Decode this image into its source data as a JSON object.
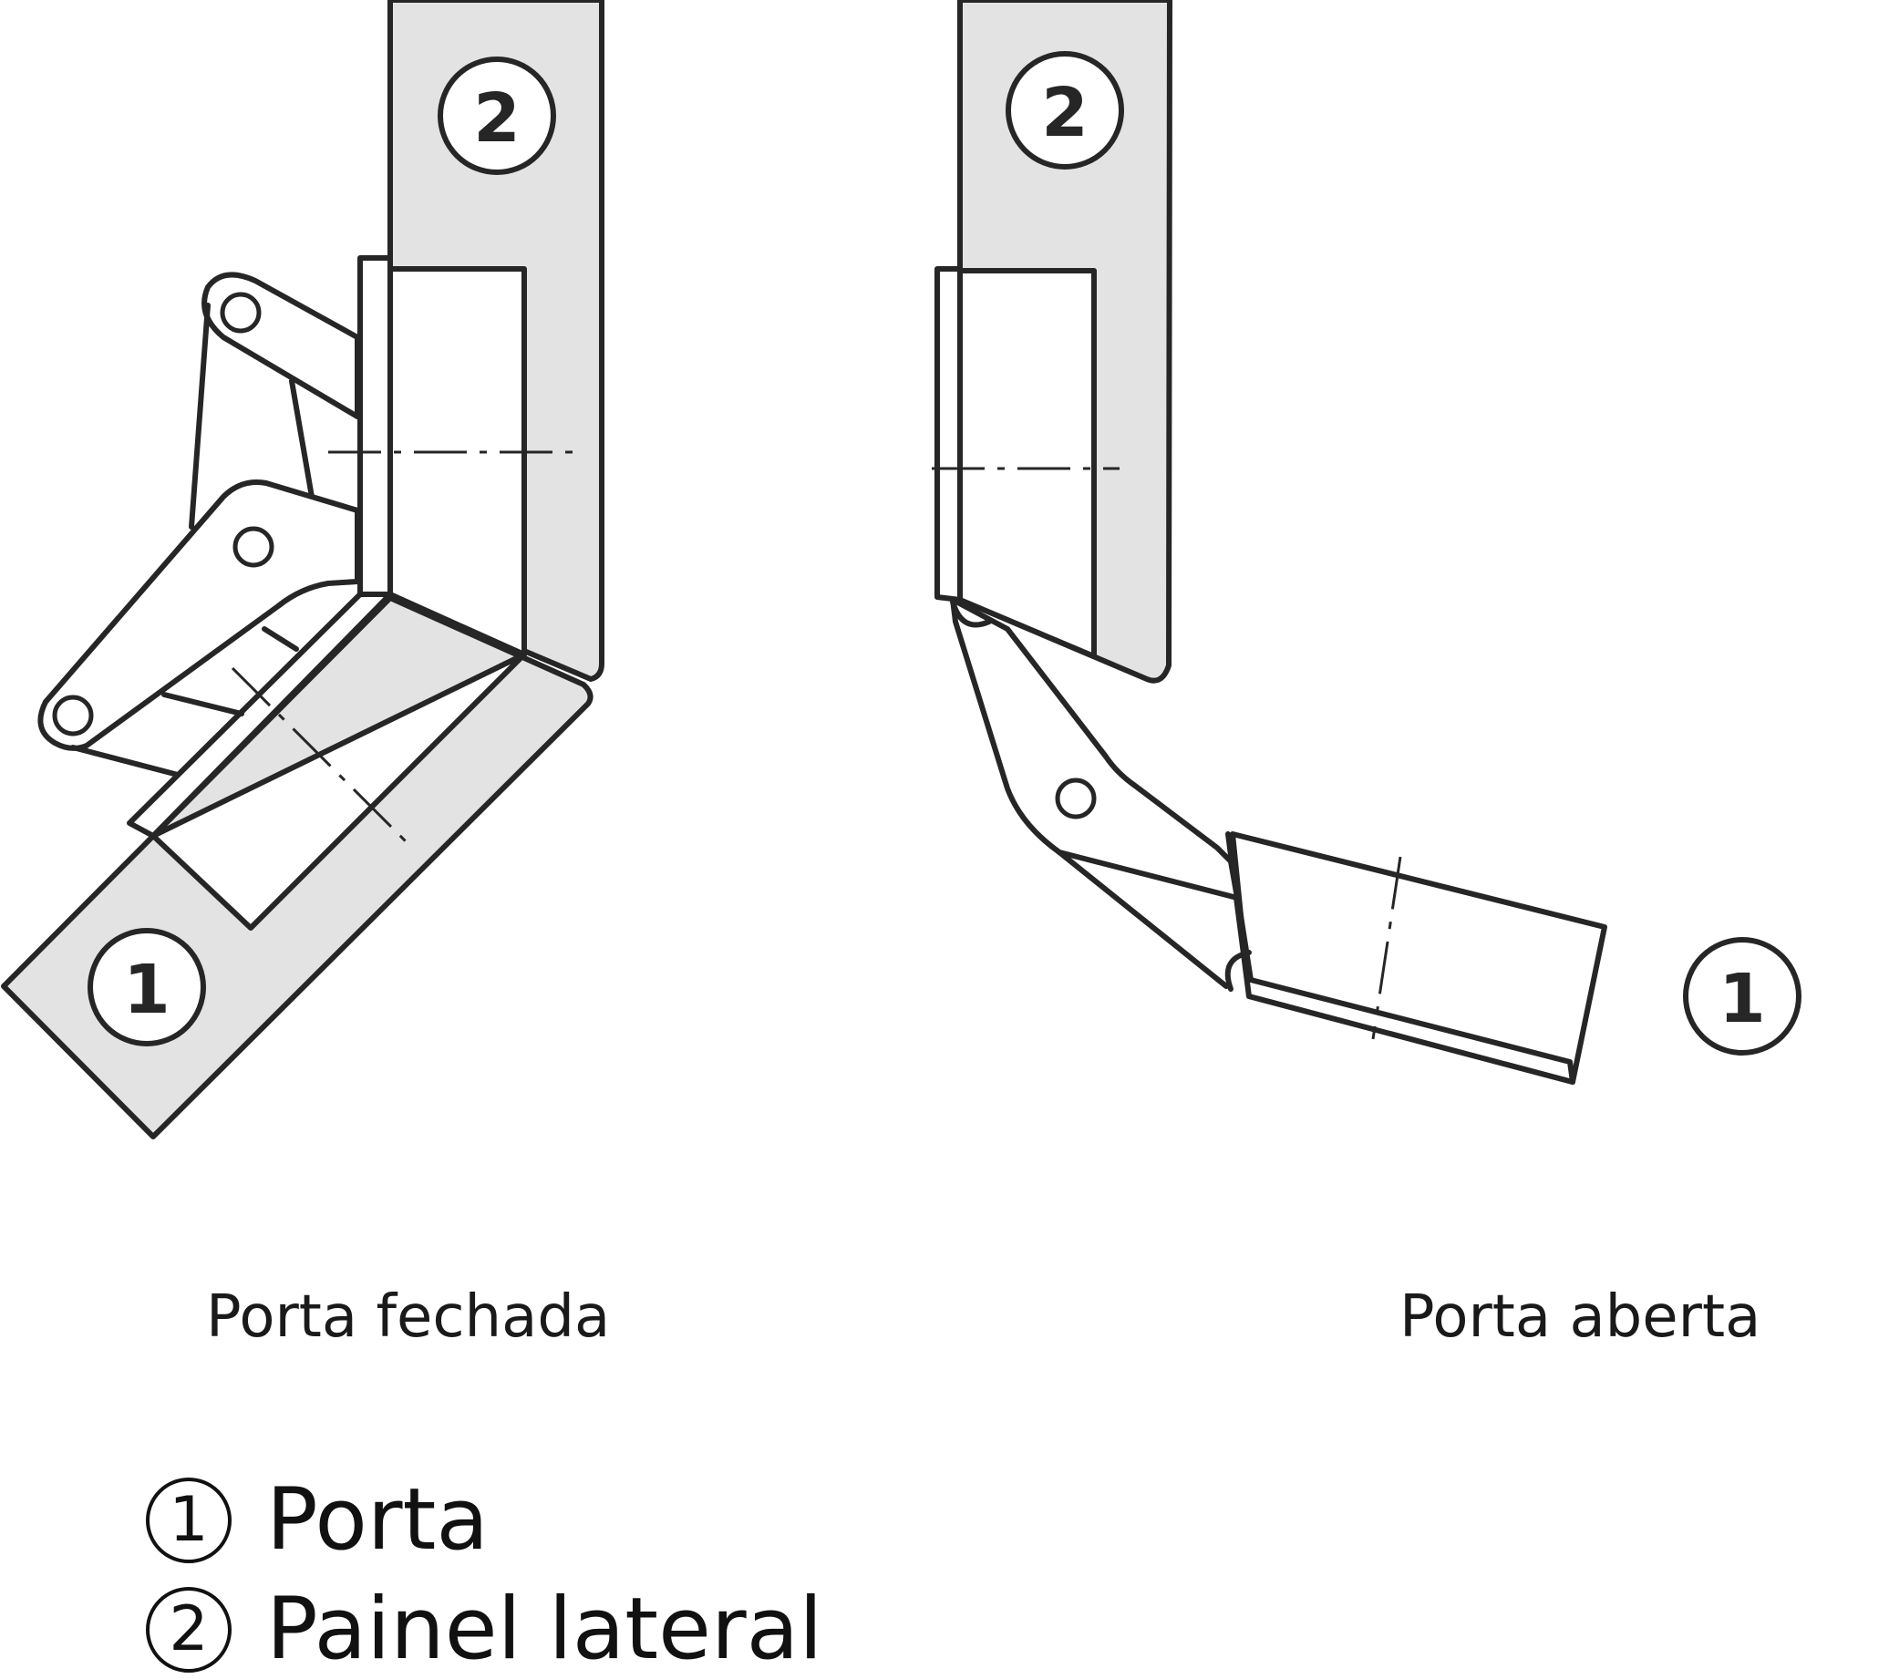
{
  "badges": {
    "door": "1",
    "side_panel": "2"
  },
  "captions": {
    "closed": "Porta fechada",
    "open": "Porta aberta"
  },
  "legend": [
    {
      "number": "1",
      "label": "Porta"
    },
    {
      "number": "2",
      "label": "Painel lateral"
    }
  ],
  "colors": {
    "line": "#262626",
    "panel_fill": "#e3e3e3",
    "background": "#ffffff"
  }
}
